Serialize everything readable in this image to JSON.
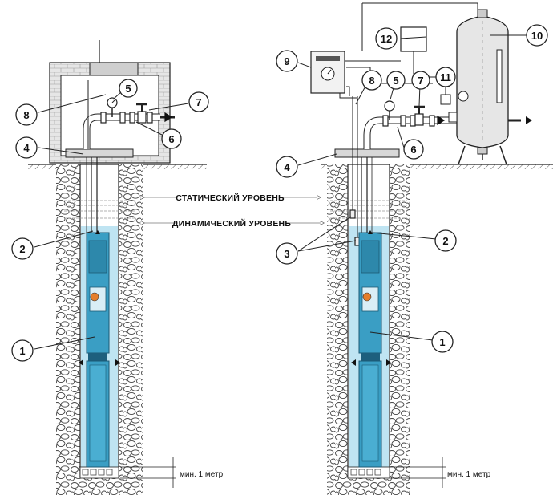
{
  "levels": {
    "static": "СТАТИЧЕСКИЙ УРОВЕНЬ",
    "dynamic": "ДИНАМИЧЕСКИЙ УРОВЕНЬ"
  },
  "min_depth_label": "мин. 1 метр",
  "left_callouts": {
    "c1": "1",
    "c2": "2",
    "c4": "4",
    "c5": "5",
    "c6": "6",
    "c7": "7",
    "c8": "8"
  },
  "right_callouts": {
    "c1": "1",
    "c2": "2",
    "c3": "3",
    "c4": "4",
    "c5": "5",
    "c6": "6",
    "c7": "7",
    "c8": "8",
    "c9": "9",
    "c10": "10",
    "c11": "11",
    "c12": "12"
  },
  "colors": {
    "water": "#bfe4f2",
    "pump": "#3a9ec4",
    "pump_dark": "#246f8f",
    "line": "#111111",
    "ground": "#9a9a9a"
  }
}
